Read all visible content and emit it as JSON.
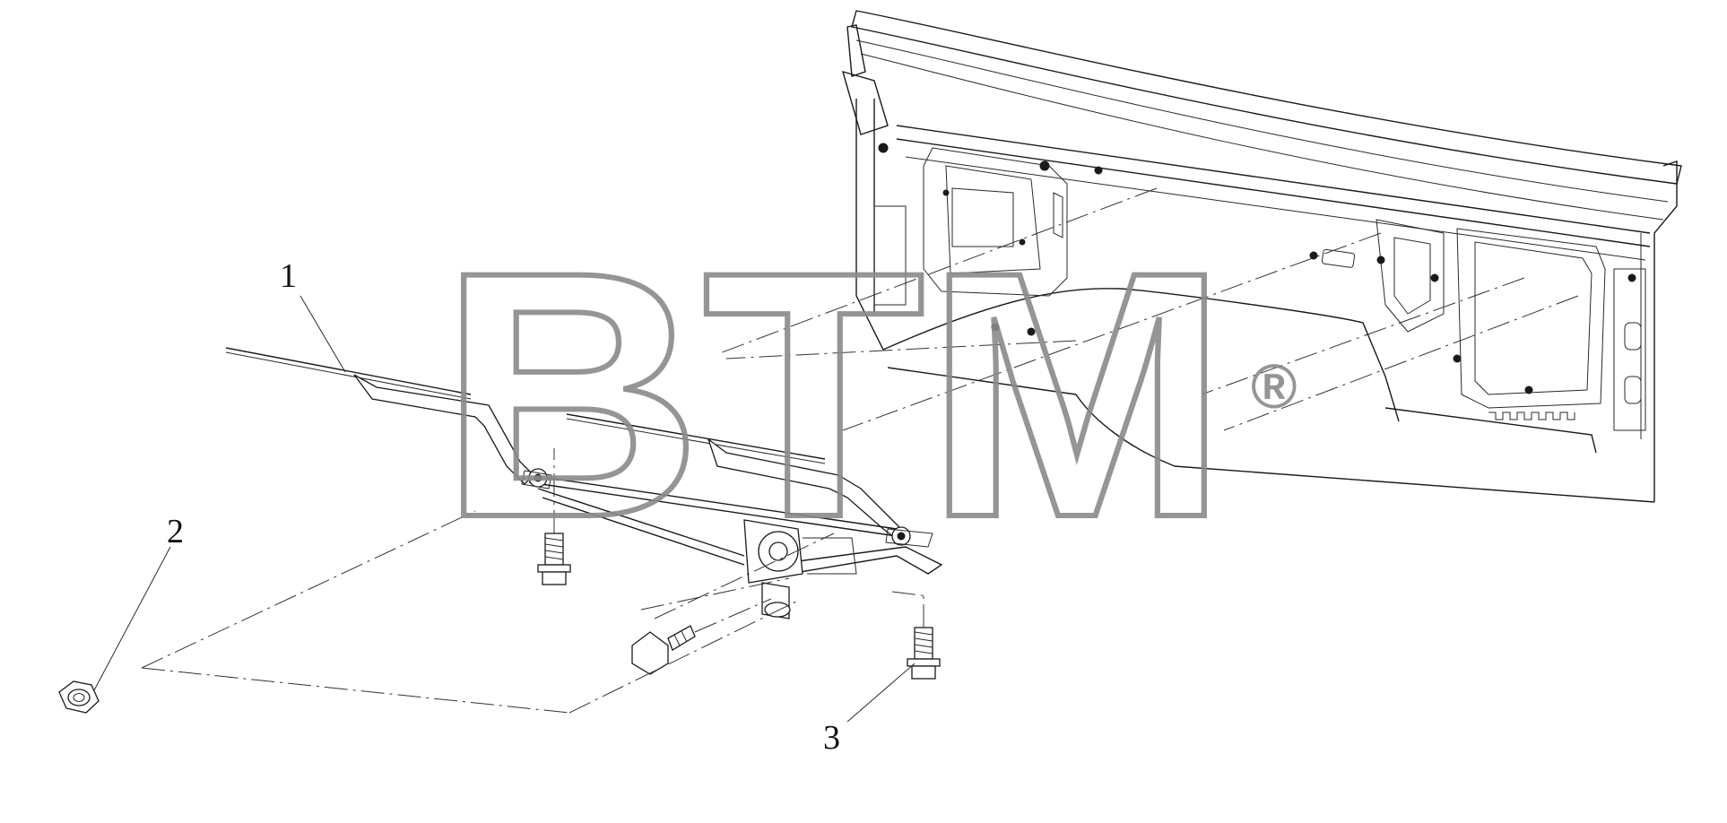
{
  "callouts": [
    {
      "id": "1",
      "label": "1"
    },
    {
      "id": "2",
      "label": "2"
    },
    {
      "id": "3",
      "label": "3"
    }
  ],
  "watermark": {
    "text": "BTM",
    "registered": "®",
    "color": "#8a8a8a"
  },
  "colors": {
    "line": "#1a1a1a",
    "background": "#ffffff"
  }
}
